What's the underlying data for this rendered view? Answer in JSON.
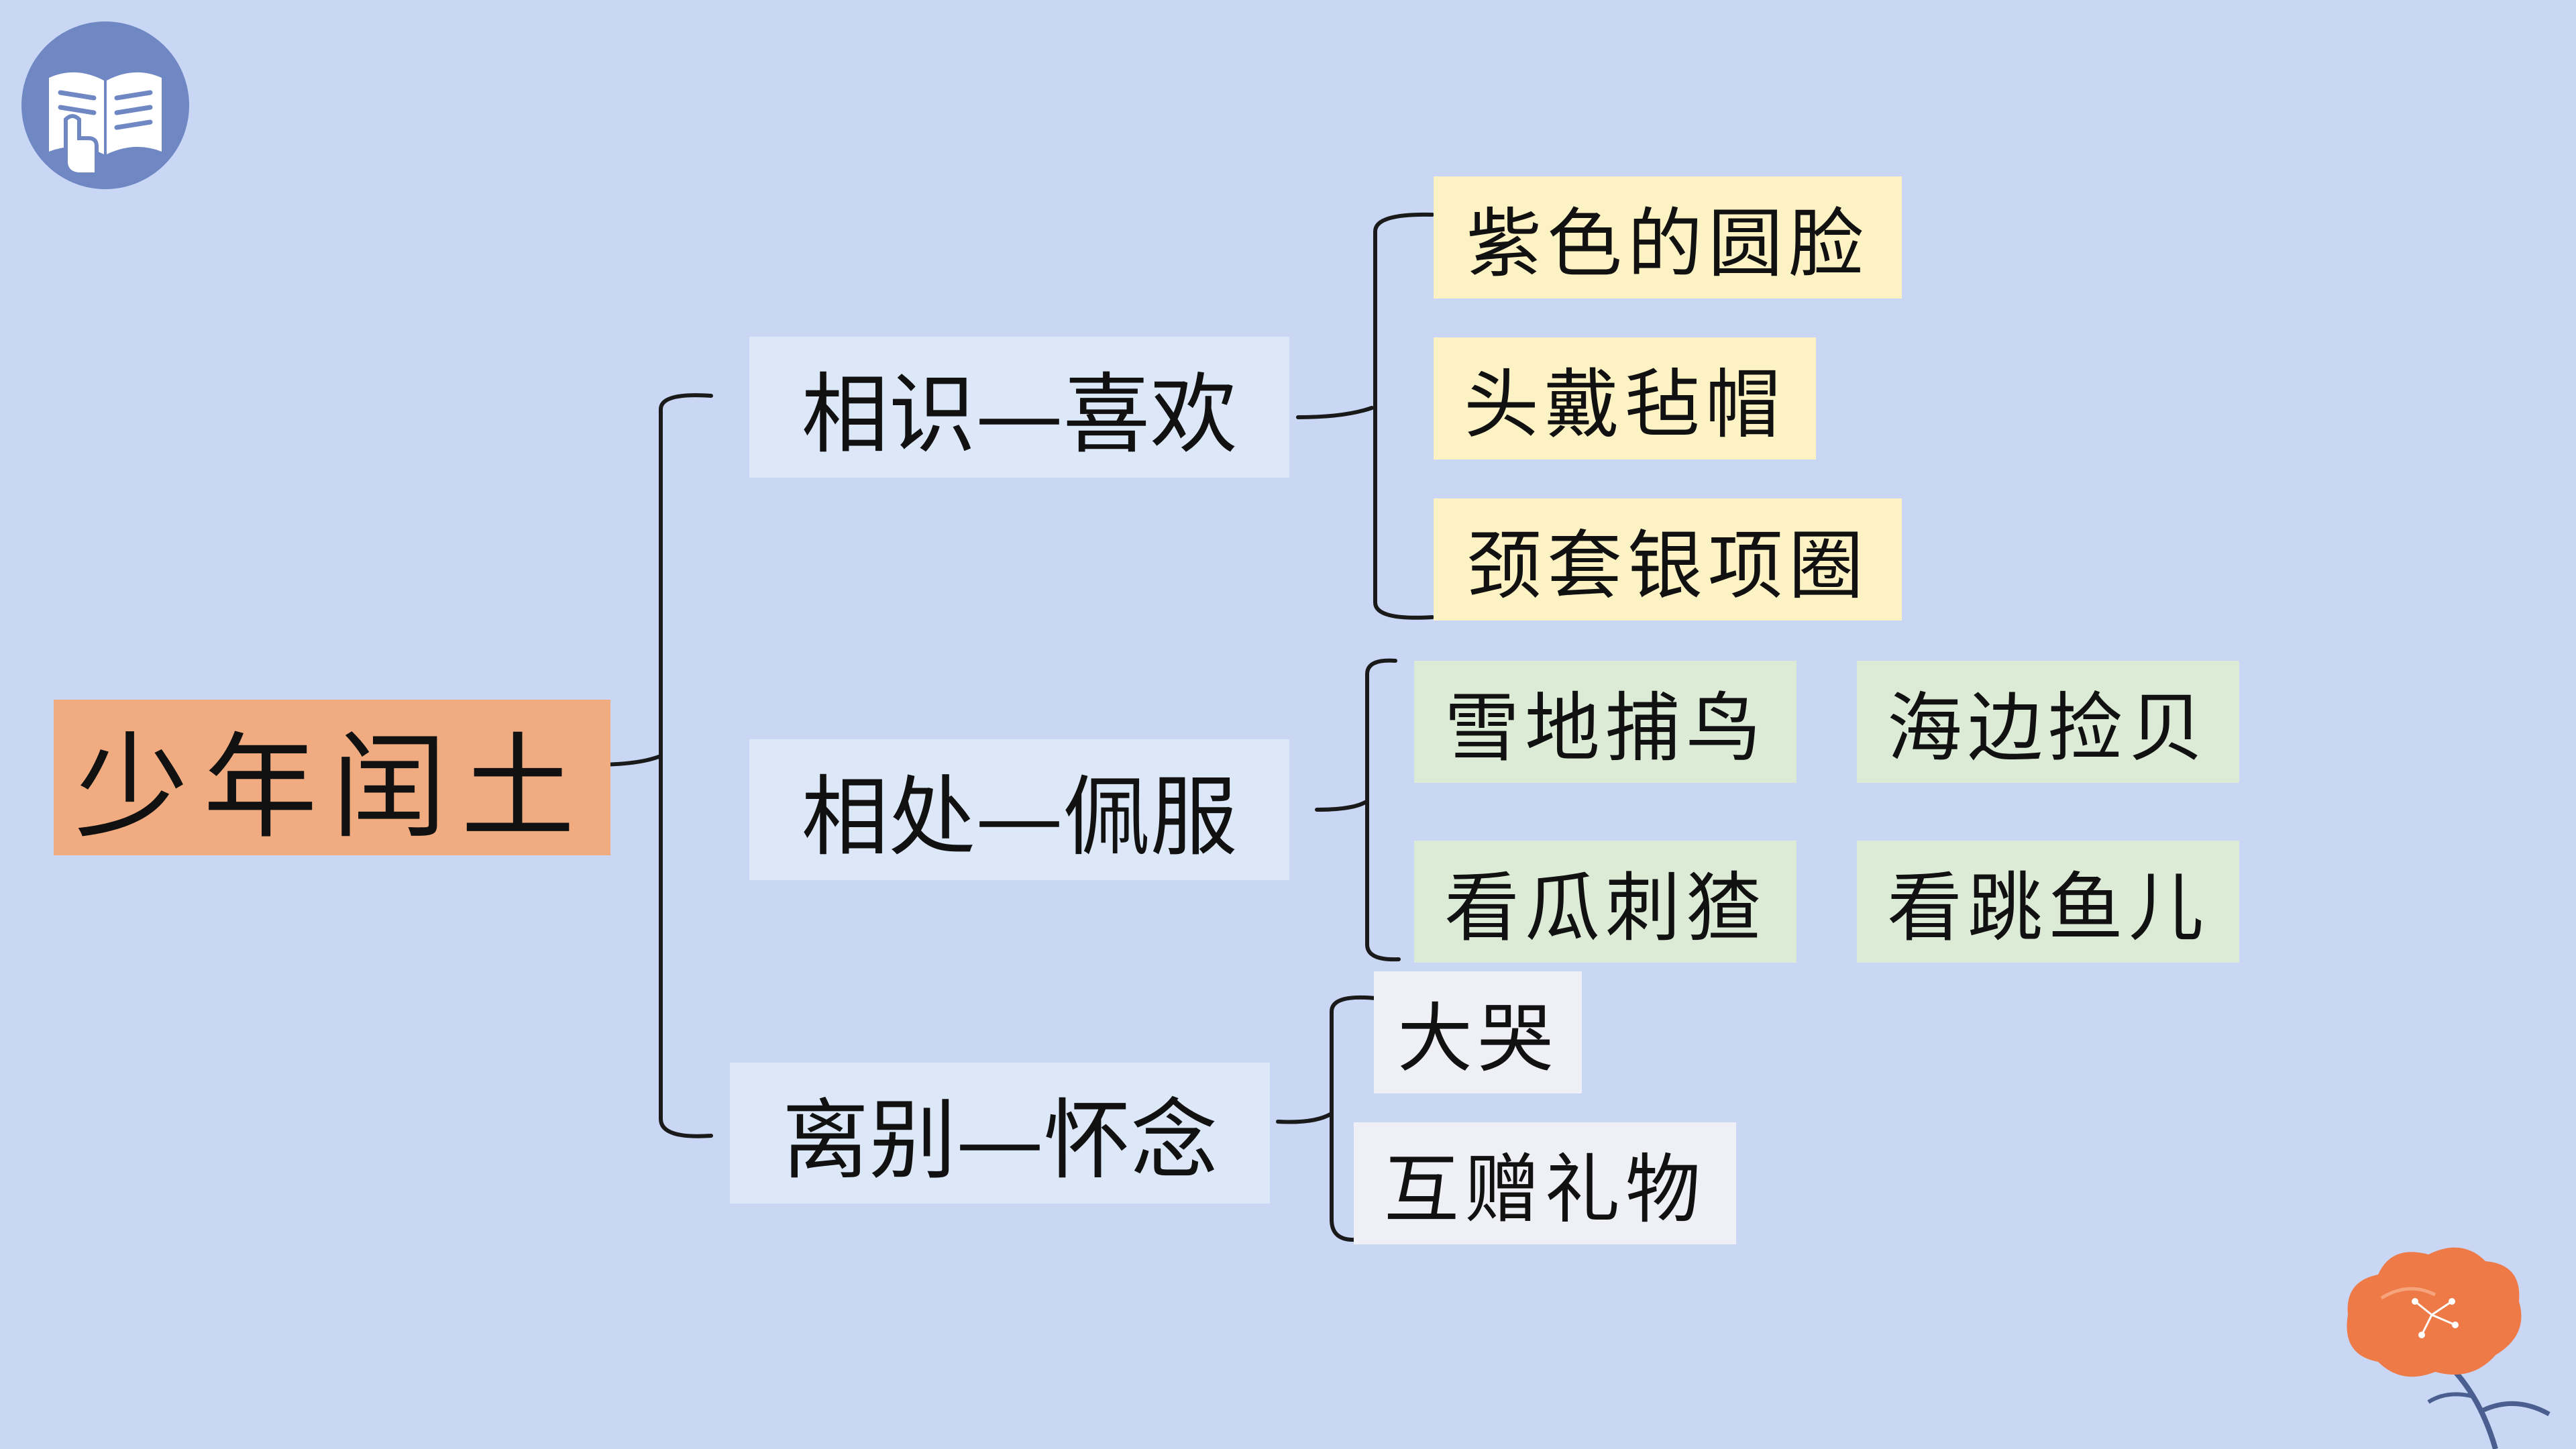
{
  "root": {
    "label": "少年闰土"
  },
  "branches": [
    {
      "label": "相识—喜欢",
      "leaves": [
        "紫色的圆脸",
        "头戴毡帽",
        "颈套银项圈"
      ]
    },
    {
      "label": "相处—佩服",
      "leaves": [
        "雪地捕鸟",
        "海边捡贝",
        "看瓜刺猹",
        "看跳鱼儿"
      ]
    },
    {
      "label": "离别—怀念",
      "leaves": [
        "大哭",
        "互赠礼物"
      ]
    }
  ],
  "colors": {
    "background": "#c9d7f5",
    "root": "#f0ac80",
    "branch": "#dce8f8",
    "leaf_group_1": "#fdf2c3",
    "leaf_group_2": "#dcebd6",
    "leaf_group_3": "#eef0f6",
    "icon_circle": "#6f88c4",
    "flower": "#ee7a48"
  },
  "icons": [
    "reading-book-icon",
    "flower-decoration-icon"
  ]
}
